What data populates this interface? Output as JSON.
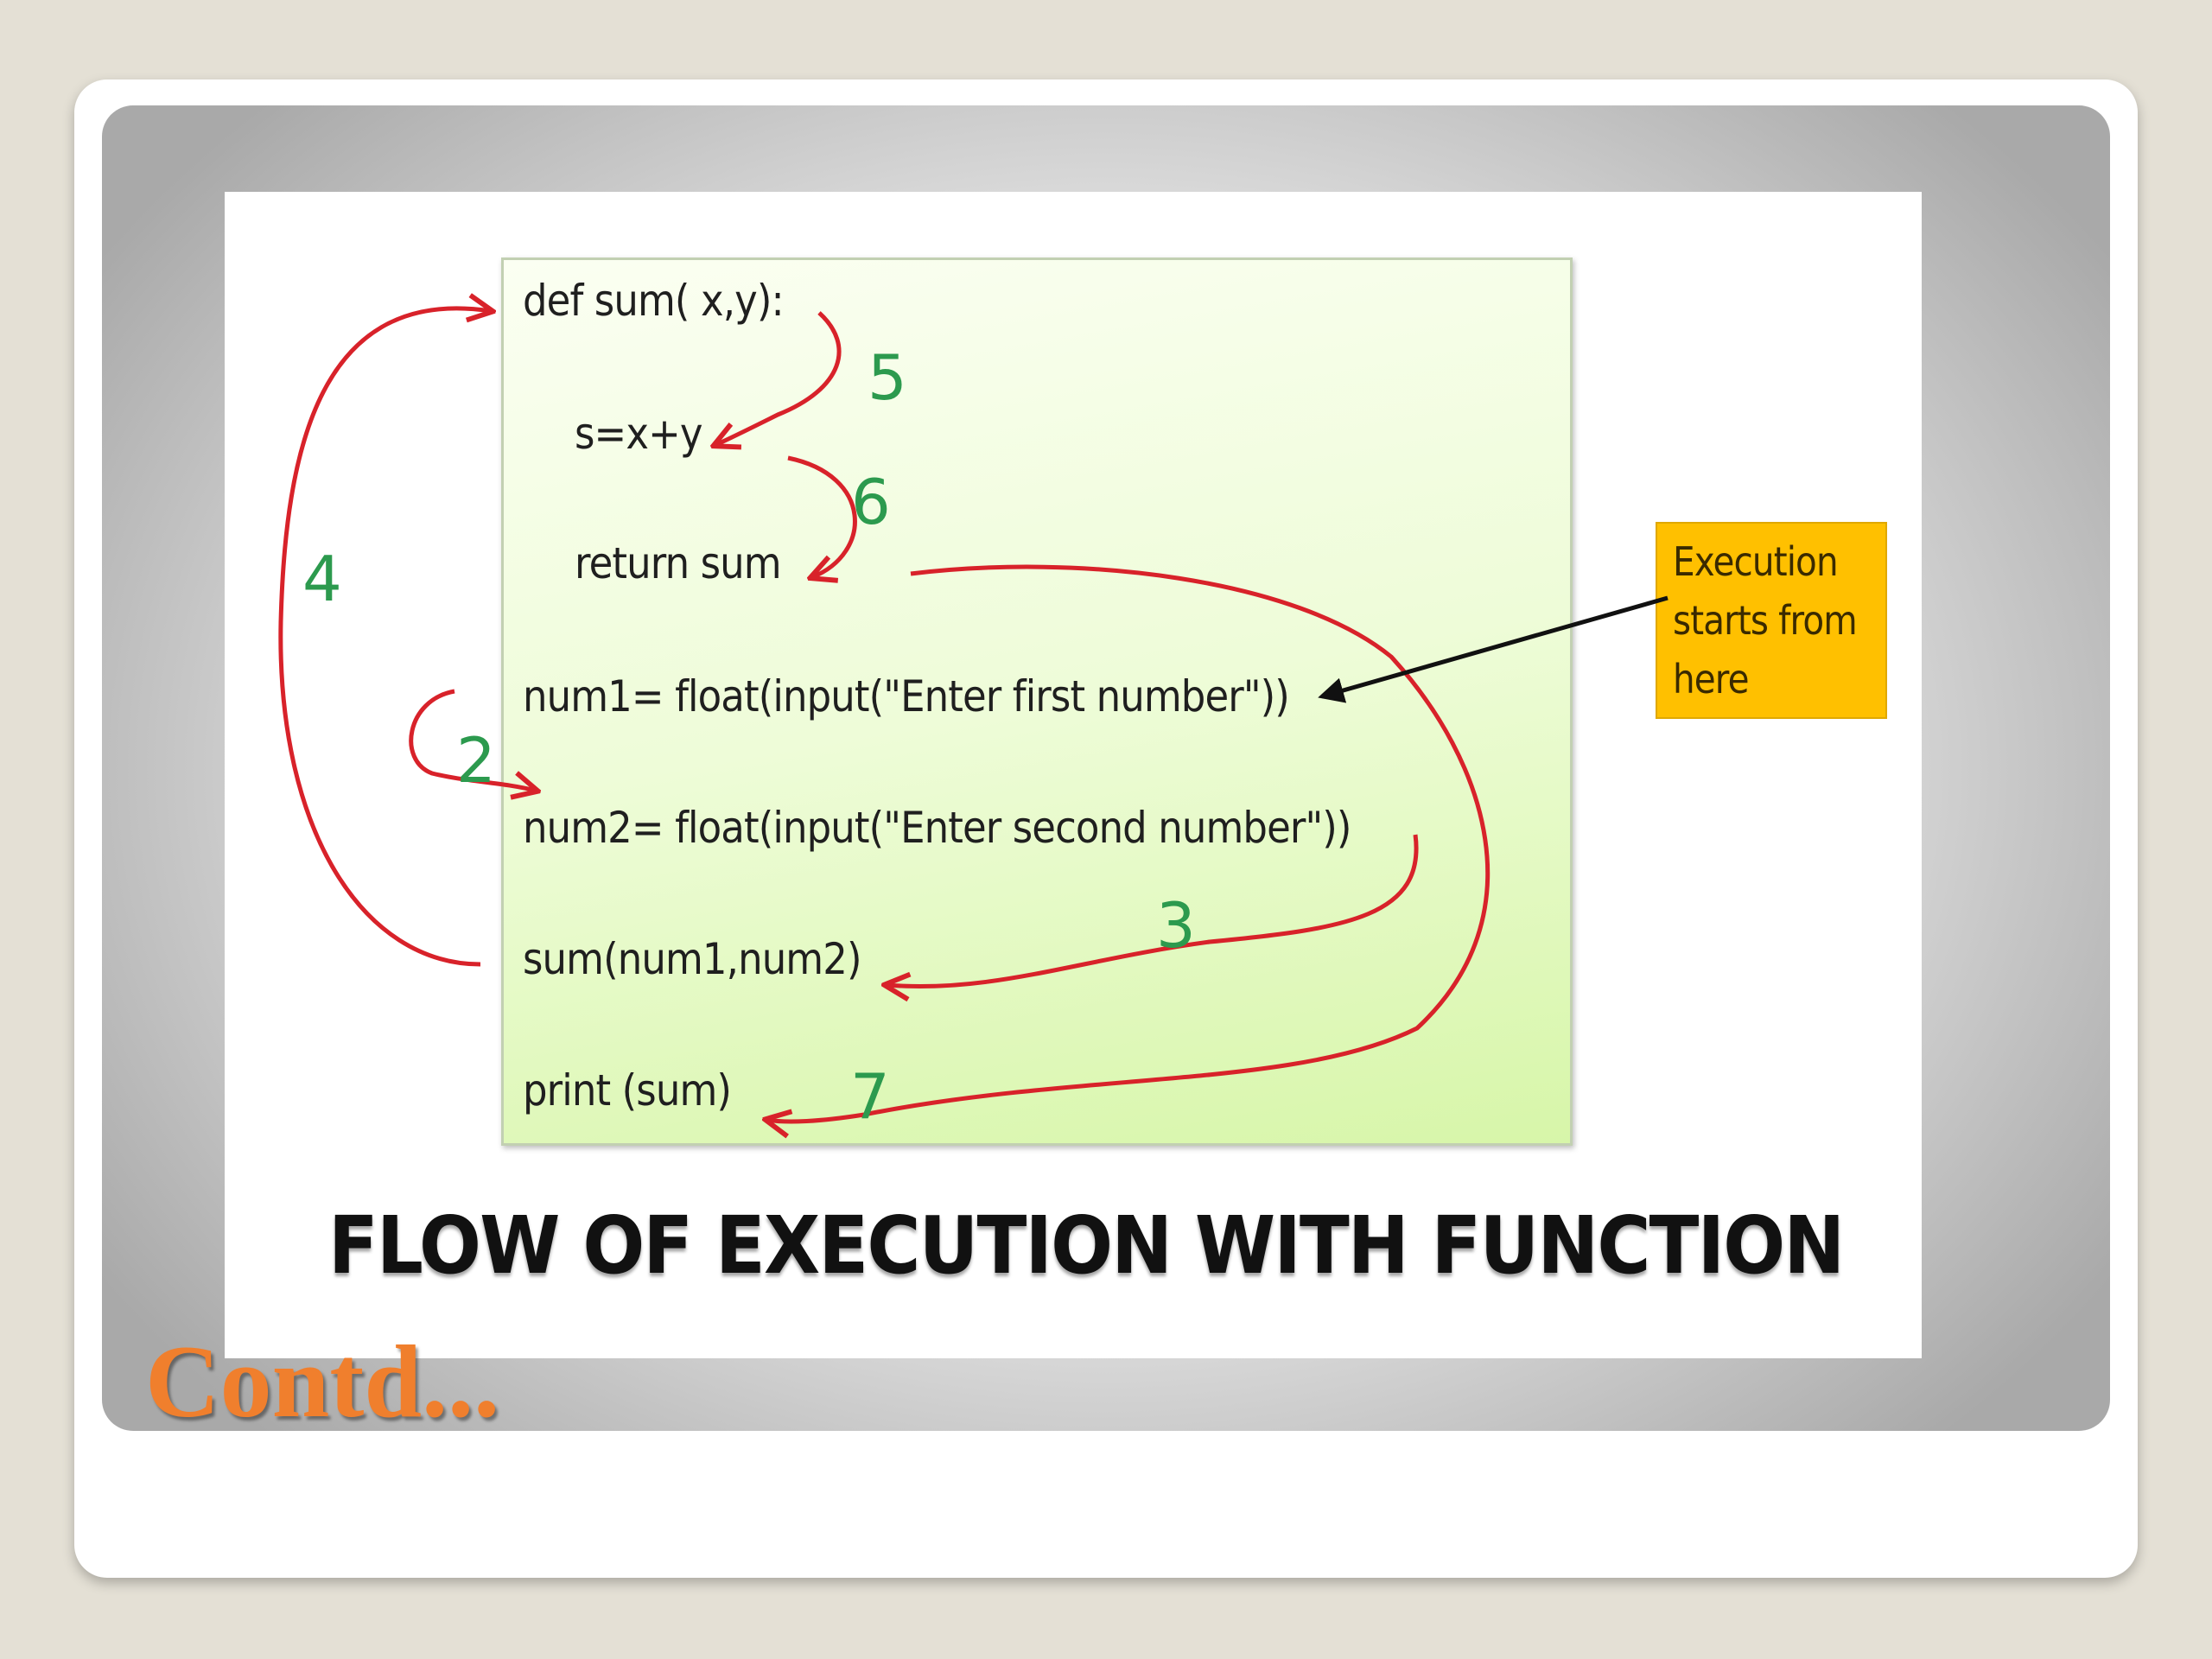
{
  "slide": {
    "title": "Contd..."
  },
  "figure": {
    "caption": "FLOW OF EXECUTION WITH FUNCTION",
    "code_lines": [
      "def sum( x,y):",
      "s=x+y",
      "return sum",
      "num1= float(input(\"Enter first number\"))",
      "num2= float(input(\"Enter second number\"))",
      "sum(num1,num2)",
      "print (sum)"
    ],
    "callout_lines": [
      "Execution",
      "starts from",
      "here"
    ],
    "step_numbers": [
      "2",
      "3",
      "4",
      "5",
      "6",
      "7"
    ]
  },
  "colors": {
    "arrow": "#d8222a",
    "step_number": "#2c9a4e",
    "callout": "#ffc000",
    "title": "#f07f2d",
    "code_box": "#e6f9c6"
  }
}
